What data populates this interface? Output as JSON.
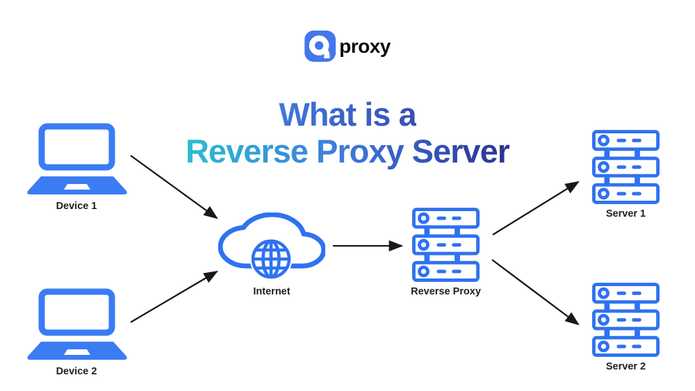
{
  "logo": {
    "text": "proxy",
    "icon": "9proxy-logo-icon"
  },
  "title": {
    "line1": "What is a",
    "line2": "Reverse Proxy Server"
  },
  "nodes": {
    "device1": {
      "label": "Device 1",
      "icon": "laptop-icon"
    },
    "device2": {
      "label": "Device 2",
      "icon": "laptop-icon"
    },
    "internet": {
      "label": "Internet",
      "icon": "cloud-globe-icon"
    },
    "reverse_proxy": {
      "label": "Reverse Proxy",
      "icon": "server-stack-icon"
    },
    "server1": {
      "label": "Server 1",
      "icon": "server-stack-icon"
    },
    "server2": {
      "label": "Server 2",
      "icon": "server-stack-icon"
    }
  },
  "colors": {
    "laptop_blue": "#3B7CF3",
    "icon_blue": "#2F72F0",
    "logo_blue": "#4478EA",
    "arrow": "#181818",
    "label": "#1E1E1E",
    "title1_start": "#3F78DB",
    "title1_end": "#3A4FB4",
    "title2_start": "#2BBDCE",
    "title2_mid": "#3E7ADF",
    "title2_end": "#2C3192"
  }
}
